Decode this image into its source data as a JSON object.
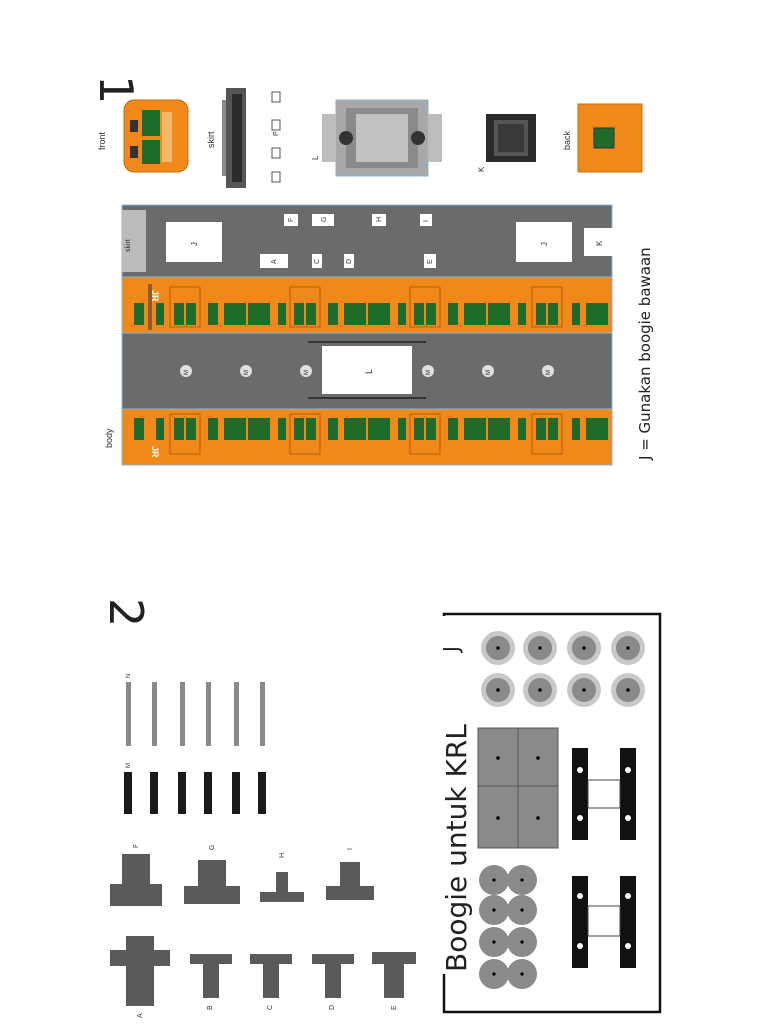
{
  "sheet1": {
    "number": "1",
    "parts": {
      "front": "front",
      "skirt": "skirt",
      "back": "back",
      "body": "body",
      "skirt_strip": "skirt",
      "L": "L",
      "K": "K",
      "P": "P"
    },
    "roof_markers": [
      "F",
      "G",
      "H",
      "I",
      "A",
      "C",
      "D",
      "E",
      "J",
      "J",
      "K"
    ],
    "floor_markers": [
      "M",
      "M",
      "M",
      "M",
      "M",
      "M"
    ],
    "floor_center": "L",
    "logo": "JR",
    "note": "J = Gunakan boogie bawaan"
  },
  "sheet2": {
    "number": "2",
    "tab_labels": [
      "A",
      "B",
      "C",
      "D",
      "E",
      "F",
      "G",
      "H",
      "I"
    ],
    "strip_labels": [
      "M",
      "N"
    ],
    "bogie_title": "Boogie untuk KRL",
    "bogie_label": "J"
  },
  "colors": {
    "orange": "#f0891a",
    "gray": "#6b6b6b",
    "window_green": "#1e6b2a",
    "wheel_gray": "#9a9a9a"
  }
}
